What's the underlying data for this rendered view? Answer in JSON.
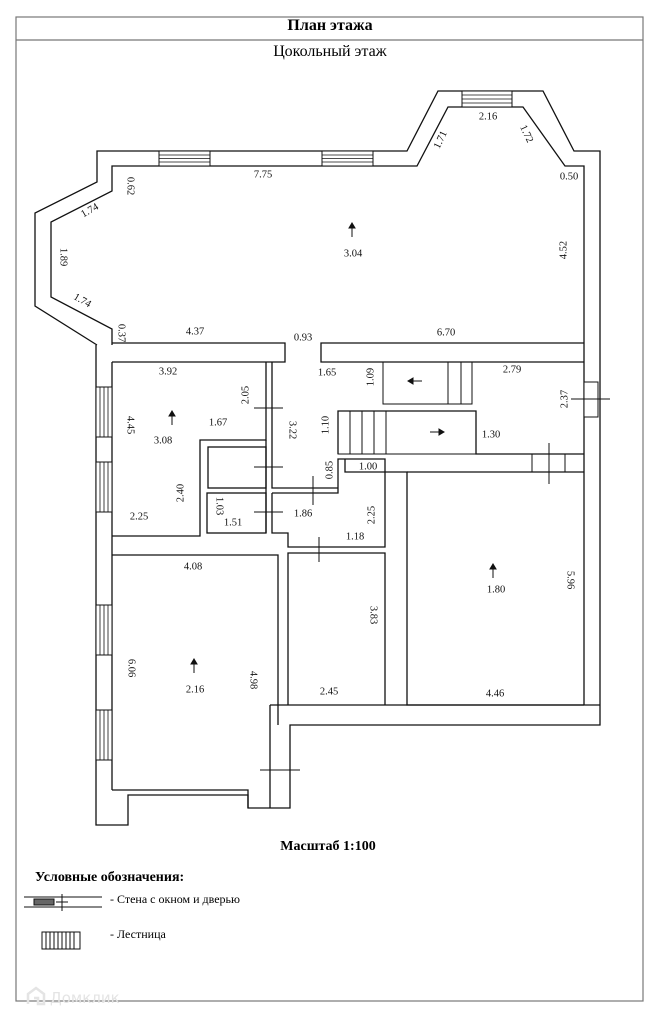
{
  "header": {
    "title": "План этажа",
    "floor": "Цокольный этаж"
  },
  "dimensions": [
    "2.16",
    "1.71",
    "1.72",
    "7.75",
    "0.50",
    "0.62",
    "1.74",
    "3.04",
    "4.52",
    "1.89",
    "1.74",
    "0.37",
    "4.37",
    "0.93",
    "6.70",
    "3.92",
    "1.65",
    "1.09",
    "2.79",
    "2.05",
    "2.37",
    "4.45",
    "1.67",
    "3.22",
    "1.10",
    "3.08",
    "1.30",
    "0.85",
    "1.00",
    "2.40",
    "1.03",
    "1.86",
    "2.25",
    "2.25",
    "1.51",
    "1.18",
    "4.08",
    "1.80",
    "5.96",
    "3.83",
    "6.06",
    "2.16",
    "4.98",
    "2.45",
    "4.46"
  ],
  "scale": "Масштаб 1:100",
  "legend": {
    "title": "Условные обозначения:",
    "items": [
      "- Стена с окном и дверью",
      "- Лестница"
    ]
  },
  "watermark": "Домклик"
}
